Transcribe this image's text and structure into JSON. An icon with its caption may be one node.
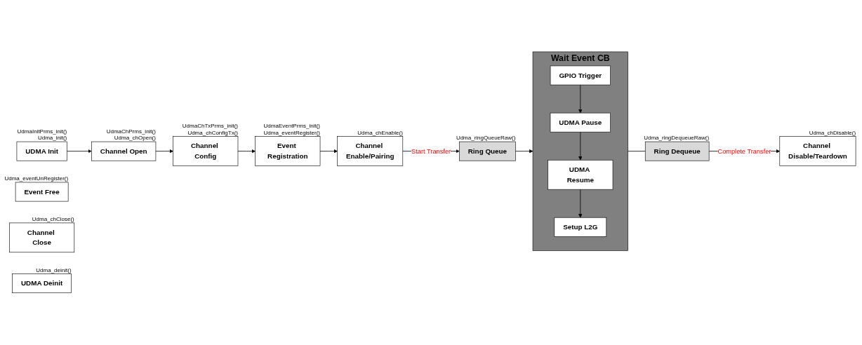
{
  "diagram": {
    "nodes": [
      {
        "text": [
          "UDMA Init"
        ],
        "beside": [
          "UdmaInitPrms_init()",
          "Udma_init()"
        ]
      },
      {
        "text": [
          "Channel Open"
        ],
        "beside": [
          "UdmaChPrms_init()",
          "Udma_chOpen()"
        ]
      },
      {
        "text": [
          "Channel Config"
        ],
        "beside": [
          "UdmaChTxPrms_init()",
          "Udma_chConfigTx()"
        ]
      },
      {
        "text": [
          "Event Registration"
        ],
        "beside": [
          "UdmaEventPrms_init()",
          "Udma_eventRegister()"
        ]
      },
      {
        "text": [
          "Channel Enable/Pairing"
        ],
        "beside": [
          "Udma_chEnable()"
        ]
      },
      {
        "text": [
          "Ring Queue"
        ],
        "beside": [
          "Udma_ringQueueRaw()"
        ]
      },
      {
        "text": [
          "Wait Event CB"
        ]
      },
      {
        "text": [
          "GPIO Trigger"
        ],
        "in": 6
      },
      {
        "text": [
          "UDMA Pause"
        ],
        "in": 6
      },
      {
        "text": [
          "UDMA Resume"
        ],
        "in": 6
      },
      {
        "text": [
          "Setup L2G"
        ],
        "in": 6
      },
      {
        "text": [
          "Ring Dequeue"
        ],
        "beside": [
          "Udma_ringDequeueRaw()"
        ]
      },
      {
        "text": [
          "Channel Disable/Teardown"
        ],
        "beside": [
          "Udma_chDisable()"
        ]
      },
      {
        "text": [
          "Event Free"
        ],
        "beside": [
          "Udma_eventUnRegister()"
        ]
      },
      {
        "text": [
          "Channel Close"
        ],
        "beside": [
          "Udma_chClose()"
        ]
      },
      {
        "text": [
          "UDMA Deinit"
        ],
        "beside": [
          "Udma_deinit()"
        ]
      }
    ],
    "edges": [
      {
        "from": 0,
        "to": 1,
        "arrow": "to"
      },
      {
        "from": 1,
        "to": 2,
        "arrow": "to"
      },
      {
        "from": 2,
        "to": 3,
        "arrow": "to"
      },
      {
        "from": 3,
        "to": 4,
        "arrow": "to"
      },
      {
        "from": 4,
        "to": 5,
        "arrow": "to",
        "label": "Start Transfer"
      },
      {
        "from": 5,
        "to": 6,
        "arrow": "to"
      },
      {
        "from": 7,
        "to": 8,
        "arrow": "to"
      },
      {
        "from": 8,
        "to": 9,
        "arrow": "to"
      },
      {
        "from": 9,
        "to": 10,
        "arrow": "to"
      },
      {
        "from": 6,
        "to": 11,
        "arrow": "none"
      },
      {
        "from": 11,
        "to": 12,
        "arrow": "to",
        "label": "Complete Transfer"
      }
    ]
  }
}
